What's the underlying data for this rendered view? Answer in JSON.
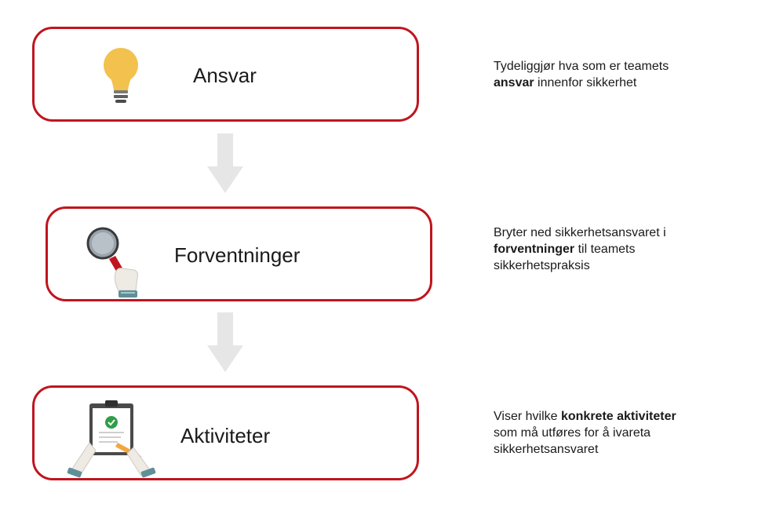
{
  "steps": [
    {
      "label": "Ansvar",
      "icon": "lightbulb-icon",
      "description": {
        "line1": "Tydeliggjør hva som er teamets",
        "bold": "ansvar",
        "after_bold": " innenfor sikkerhet"
      }
    },
    {
      "label": "Forventninger",
      "icon": "magnifying-glass-icon",
      "description": {
        "before_bold": "Bryter ned sikkerhetsansvaret i",
        "bold": "forventninger",
        "after_bold": " til teamets",
        "line3": "sikkerhetspraksis"
      }
    },
    {
      "label": "Aktiviteter",
      "icon": "clipboard-checklist-icon",
      "description": {
        "before_bold": "Viser hvilke ",
        "bold": "konkrete aktiviteter",
        "line2": "som må utføres for å ivareta",
        "line3": "sikkerhetsansvaret"
      }
    }
  ],
  "colors": {
    "box_border": "#c0151f",
    "arrow": "#e6e6e6",
    "bulb": "#f2c14e",
    "check": "#2e9e47"
  }
}
